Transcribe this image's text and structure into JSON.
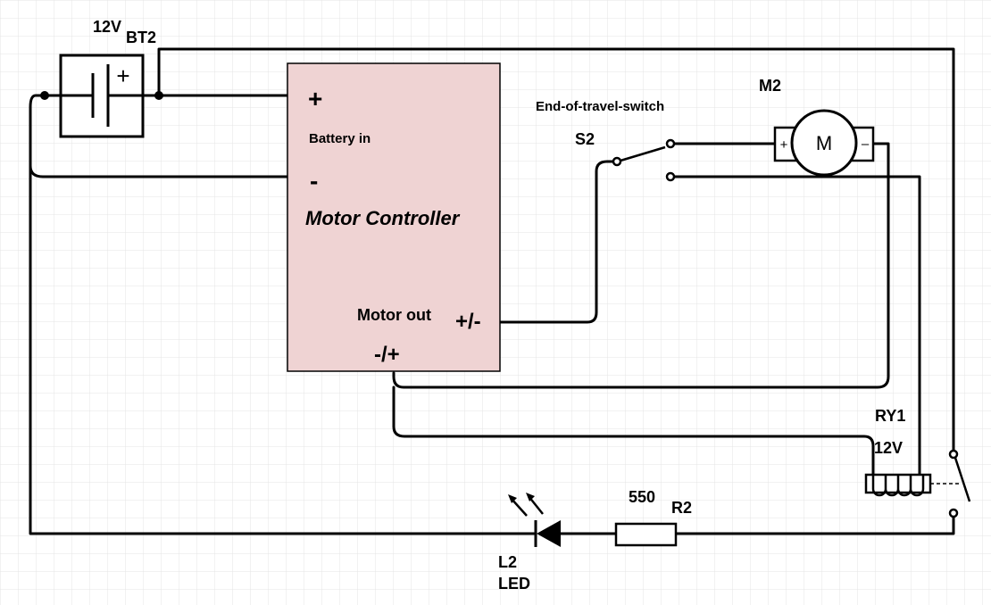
{
  "battery": {
    "voltage": "12V",
    "ref": "BT2",
    "symbol": "+"
  },
  "controller": {
    "plus": "+",
    "battery_in": "Battery in",
    "minus": "-",
    "title": "Motor Controller",
    "motor_out": "Motor out",
    "out_a": "+/-",
    "out_b": "-/+",
    "fill": "#efd3d3"
  },
  "switch": {
    "label": "End-of-travel-switch",
    "ref": "S2"
  },
  "motor": {
    "ref": "M2",
    "symbol": "M",
    "plus": "+",
    "minus": "–"
  },
  "relay": {
    "ref": "RY1",
    "voltage": "12V"
  },
  "resistor": {
    "value": "550",
    "ref": "R2"
  },
  "led": {
    "ref": "L2",
    "type": "LED"
  },
  "grid": {
    "enabled": true,
    "color": "#e4e4e4"
  }
}
